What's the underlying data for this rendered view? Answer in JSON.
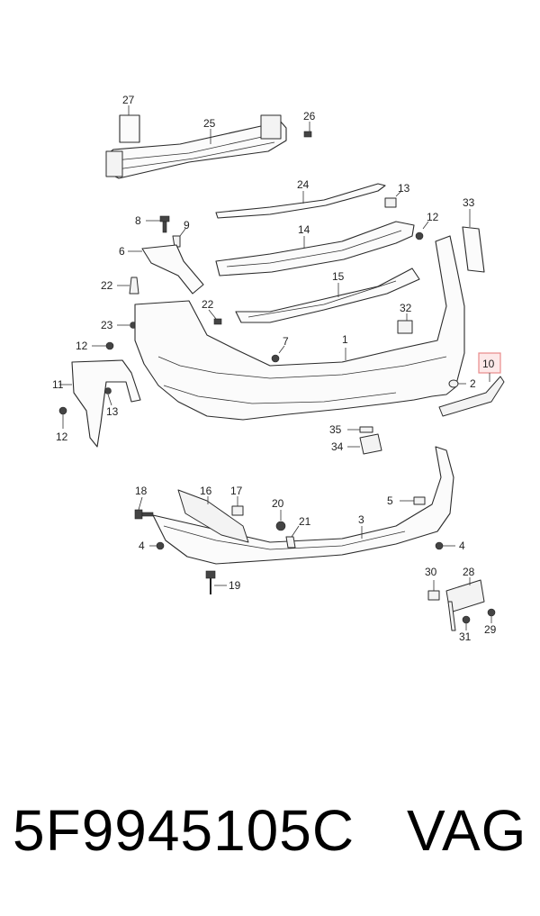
{
  "diagram": {
    "callouts": [
      "1",
      "2",
      "3",
      "4",
      "4",
      "5",
      "6",
      "7",
      "8",
      "9",
      "10",
      "11",
      "12",
      "12",
      "12",
      "13",
      "13",
      "14",
      "15",
      "16",
      "17",
      "18",
      "19",
      "20",
      "21",
      "22",
      "22",
      "23",
      "24",
      "25",
      "26",
      "27",
      "28",
      "29",
      "30",
      "31",
      "32",
      "33",
      "34",
      "35"
    ],
    "highlighted_callout": "10",
    "highlight_color": "#e88a8a"
  },
  "footer": {
    "part_number": "5F9945105C",
    "brand": "VAG"
  }
}
